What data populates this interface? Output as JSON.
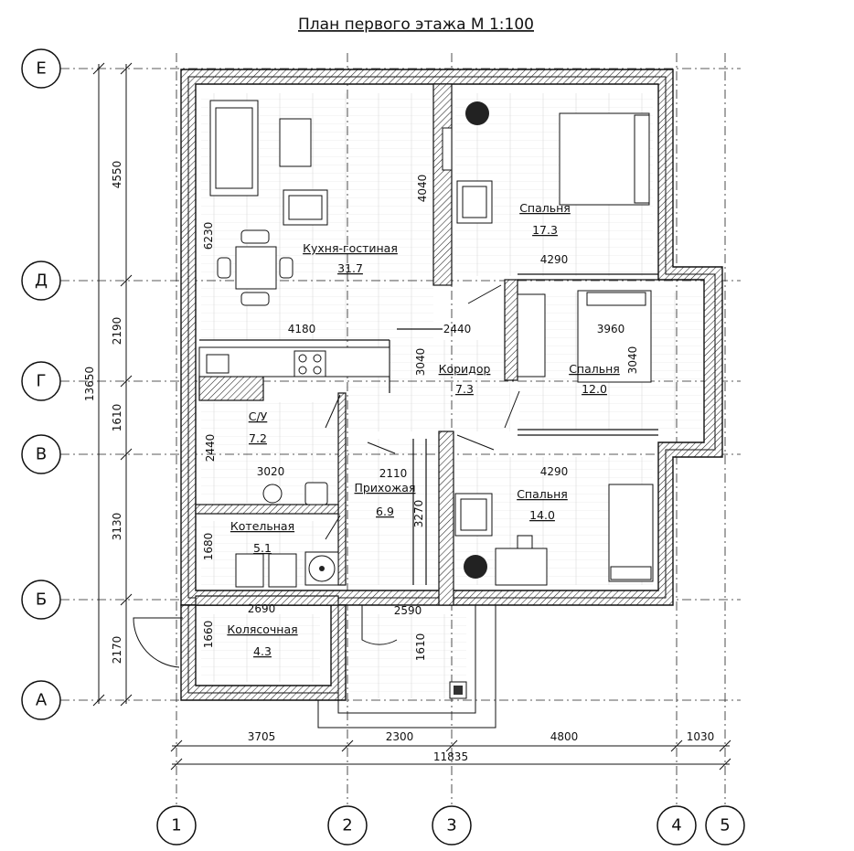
{
  "title": "План первого этажа М 1:100",
  "axes_horizontal": [
    {
      "label": "Е"
    },
    {
      "label": "Д"
    },
    {
      "label": "Г"
    },
    {
      "label": "В"
    },
    {
      "label": "Б"
    },
    {
      "label": "А"
    }
  ],
  "axes_vertical": [
    {
      "label": "1"
    },
    {
      "label": "2"
    },
    {
      "label": "3"
    },
    {
      "label": "4"
    },
    {
      "label": "5"
    }
  ],
  "dims_bottom": [
    "3705",
    "2300",
    "4800",
    "1030"
  ],
  "dim_total_bottom": "11835",
  "dims_left": [
    "4550",
    "2190",
    "1610",
    "3130",
    "2170"
  ],
  "dim_total_left": "13650",
  "rooms": [
    {
      "name": "Кухня-гостиная",
      "area": "31.7"
    },
    {
      "name": "Спальня",
      "area": "17.3"
    },
    {
      "name": "Коридор",
      "area": "7.3"
    },
    {
      "name": "Спальня",
      "area": "12.0"
    },
    {
      "name": "С/У",
      "area": "7.2"
    },
    {
      "name": "Прихожая",
      "area": "6.9"
    },
    {
      "name": "Спальня",
      "area": "14.0"
    },
    {
      "name": "Котельная",
      "area": "5.1"
    },
    {
      "name": "Колясочная",
      "area": "4.3"
    }
  ],
  "inner_dims": {
    "d6230": "6230",
    "d4040": "4040",
    "d4290a": "4290",
    "d4180": "4180",
    "d2440a": "2440",
    "d3960": "3960",
    "d3040a": "3040",
    "d3040b": "3040",
    "d2440b": "2440",
    "d3020": "3020",
    "d2110": "2110",
    "d4290b": "4290",
    "d3270": "3270",
    "d1680": "1680",
    "d2690": "2690",
    "d2590": "2590",
    "d1660": "1660",
    "d1610": "1610"
  }
}
